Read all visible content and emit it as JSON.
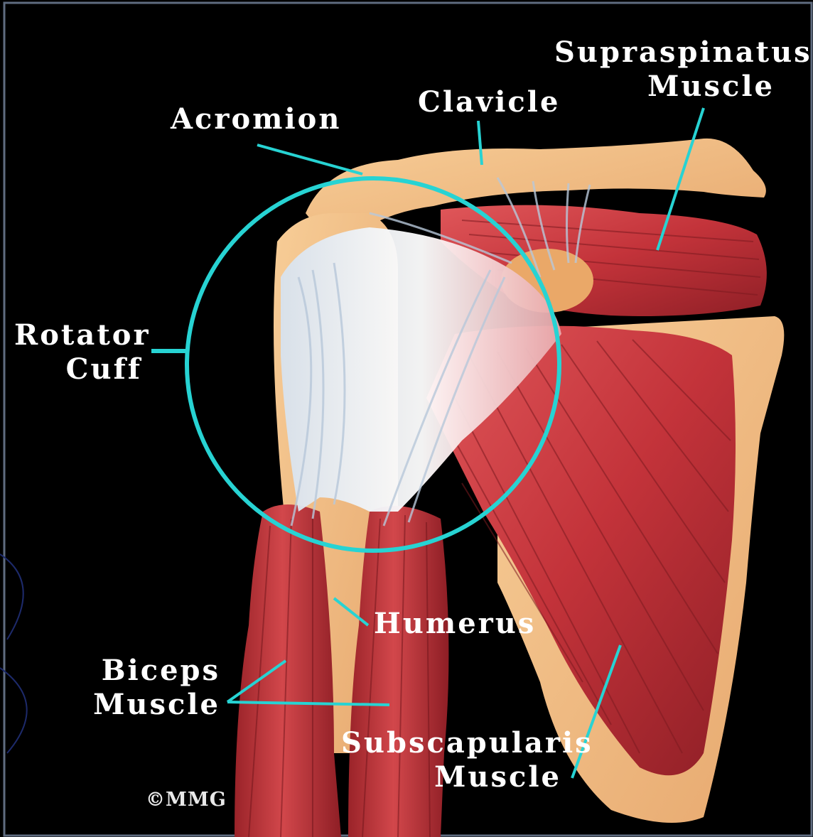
{
  "labels": {
    "supraspinatus": [
      "Supraspinatus",
      "Muscle"
    ],
    "clavicle": "Clavicle",
    "acromion": "Acromion",
    "rotator_cuff": [
      "Rotator",
      "Cuff"
    ],
    "humerus": "Humerus",
    "biceps": [
      "Biceps",
      "Muscle"
    ],
    "subscapularis": [
      "Subscapularis",
      "Muscle"
    ]
  },
  "copyright": "©MMG",
  "colors": {
    "background": "#000000",
    "frame": "#6b7a8f",
    "leader_lines": "#27d3d3",
    "bone": "#f3bd86",
    "muscle": "#c8373a",
    "tendon": "#e6edf5",
    "label_text": "#ffffff"
  }
}
